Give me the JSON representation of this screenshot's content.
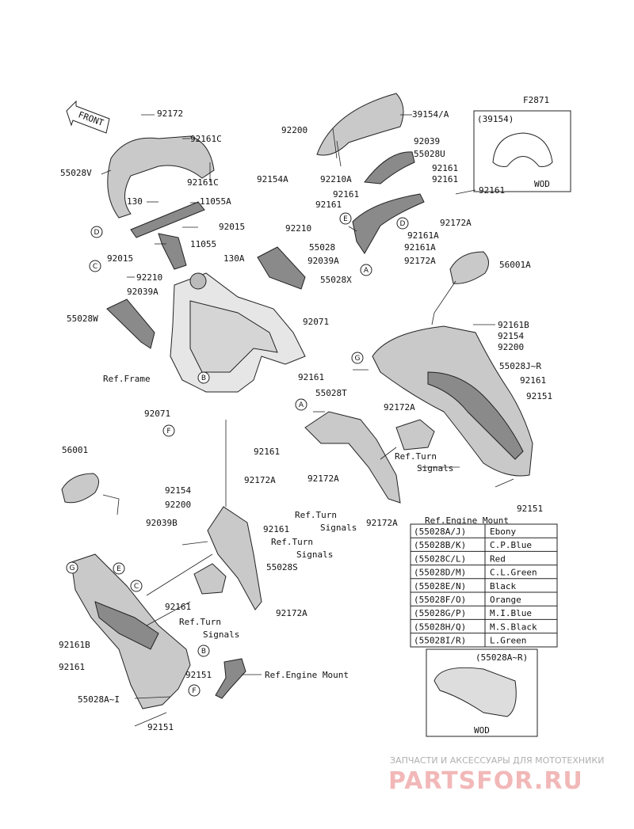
{
  "figure_code": "F2871",
  "front_label": "FRONT",
  "labels": {
    "l92172": "92172",
    "l92161C_a": "92161C",
    "l55028V": "55028V",
    "l92161C_b": "92161C",
    "l130": "130",
    "l11055A": "11055A",
    "l92015a": "92015",
    "l11055": "11055",
    "l92015b": "92015",
    "l130A": "130A",
    "l92210a": "92210",
    "l92039Aa": "92039A",
    "l55028W": "55028W",
    "l92200a": "92200",
    "l92154A": "92154A",
    "l92210A": "92210A",
    "l39154A": "39154/A",
    "l92039": "92039",
    "l55028U": "55028U",
    "l92161a": "92161",
    "l92161b": "92161",
    "l92161c": "92161",
    "l92161d": "92161",
    "l92161e": "92161",
    "l92172Aa": "92172A",
    "l92161Aa": "92161A",
    "l55028": "55028",
    "l92161Ab": "92161A",
    "l92172Ab": "92172A",
    "l92210b": "92210",
    "l92039Ab": "92039A",
    "l55028X": "55028X",
    "l56001A": "56001A",
    "l92071a": "92071",
    "l92161Ba": "92161B",
    "l92154a": "92154",
    "l92200b": "92200",
    "lRefFrame": "Ref.Frame",
    "l92161f": "92161",
    "l55028JR": "55028J~R",
    "l92161g": "92161",
    "l55028T": "55028T",
    "l92172Ac": "92172A",
    "l92151a": "92151",
    "l92071b": "92071",
    "l92161h": "92161",
    "l92172Ad": "92172A",
    "lRefTurn1a": "Ref.Turn",
    "lRefTurn1b": "Signals",
    "l92151b": "92151",
    "l56001": "56001",
    "l92154b": "92154",
    "l92172Ae": "92172A",
    "l92200c": "92200",
    "lRefTurn2a": "Ref.Turn",
    "lRefTurn2b": "Signals",
    "l92172Af": "92172A",
    "lRefEngine1": "Ref.Engine Mount",
    "l92039B": "92039B",
    "l92161i": "92161",
    "lRefTurn3a": "Ref.Turn",
    "lRefTurn3b": "Signals",
    "l55028S": "55028S",
    "l92172Ag": "92172A",
    "l92161j": "92161",
    "lRefTurn4a": "Ref.Turn",
    "lRefTurn4b": "Signals",
    "l92161Bb": "92161B",
    "l92161k": "92161",
    "l92151c": "92151",
    "lRefEngine2": "Ref.Engine Mount",
    "l55028AI": "55028A~I",
    "l92151d": "92151"
  },
  "callouts": {
    "D1": "D",
    "C1": "C",
    "E1": "E",
    "D2": "D",
    "A1": "A",
    "B1": "B",
    "G1": "G",
    "F1": "F",
    "A2": "A",
    "G2": "G",
    "E2": "E",
    "C2": "C",
    "B2": "B",
    "F2": "F"
  },
  "inset_top": {
    "code": "(39154)",
    "note": "WOD"
  },
  "inset_bottom": {
    "code": "(55028A~R)",
    "note": "WOD"
  },
  "color_table": [
    {
      "code": "(55028A/J)",
      "color": "Ebony"
    },
    {
      "code": "(55028B/K)",
      "color": "C.P.Blue"
    },
    {
      "code": "(55028C/L)",
      "color": "Red"
    },
    {
      "code": "(55028D/M)",
      "color": "C.L.Green"
    },
    {
      "code": "(55028E/N)",
      "color": "Black"
    },
    {
      "code": "(55028F/O)",
      "color": "Orange"
    },
    {
      "code": "(55028G/P)",
      "color": "M.I.Blue"
    },
    {
      "code": "(55028H/Q)",
      "color": "M.S.Black"
    },
    {
      "code": "(55028I/R)",
      "color": "L.Green"
    }
  ],
  "watermark": {
    "line1": "ЗАПЧАСТИ И АКСЕССУАРЫ ДЛЯ МОТОТЕХНИКИ",
    "line2": "PARTSFOR.RU"
  },
  "colors": {
    "line": "#222222",
    "part_fill": "#c9c9c9",
    "part_dark": "#8a8a8a",
    "watermark_red": "#f2b8b8"
  }
}
